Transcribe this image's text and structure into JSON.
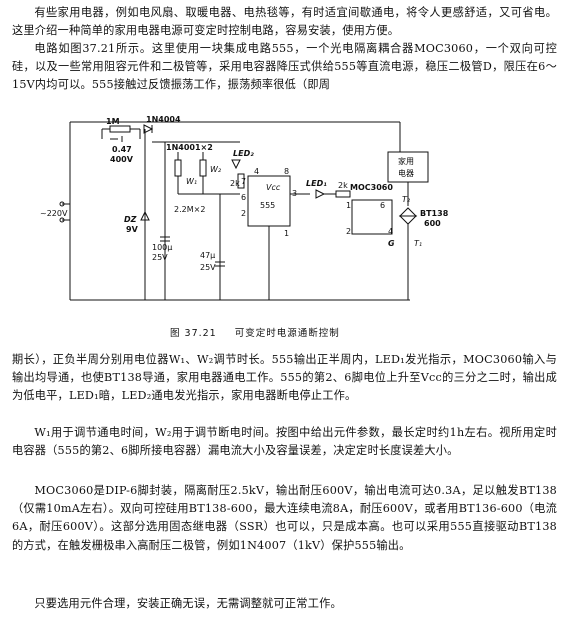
{
  "text": {
    "p1": "有些家用电器，例如电风扇、取暖电器、电热毯等，有时适宜间歇通电，将令人更感舒适，又可省电。这里介绍一种简单的家用电器电源可变定时控制电路，容易安装，使用方便。",
    "p2": "电路如图37.21所示。这里使用一块集成电路555，一个光电隔离耦合器MOC3060，一个双向可控硅，以及一些常用阻容元件和二极管等，采用电容器降压式供给555等直流电源，稳压二极管D，限压在6～15V内均可以。555接触过反馈振荡工作，振荡频率很低（即周",
    "p3": "期长），正负半周分别用电位器W₁、W₂调节时长。555输出正半周内，LED₁发光指示，MOC3060输入与输出均导通，也使BT138导通，家用电器通电工作。555的第2、6脚电位上升至Vcc的三分之二时，输出成为低电平，LED₁暗，LED₂通电发光指示，家用电器断电停止工作。",
    "p4": "W₁用于调节通电时间，W₂用于调节断电时间。按图中给出元件参数，最长定时约1h左右。视所用定时电容器（555的第2、6脚所接电容器）漏电流大小及容量误差，决定定时长度误差大小。",
    "p5": "MOC3060是DIP-6脚封装，隔离耐压2.5kV，输出耐压600V，输出电流可达0.3A，足以触发BT138（仅需10mA左右）。双向可控硅用BT138-600，最大连续电流8A，耐压600V，或者用BT136-600（电流6A，耐压600V）。这部分选用固态继电器（SSR）也可以，只是成本高。也可以采用555直接驱动BT138的方式，在触发栅极串入高耐压二极管，例如1N4007（1kV）保护555输出。",
    "p6": "只要选用元件合理，安装正确无误，无需调整就可正常工作。"
  },
  "caption": {
    "number": "图 37.21",
    "title": "可变定时电源通断控制"
  },
  "diagram": {
    "r1": "1M",
    "d1": "1N4004",
    "c1_value": "0.47",
    "c1_voltage": "400V",
    "diodes": "1N4001×2",
    "led2": "LED₂",
    "w1": "W₁",
    "w2": "W₂",
    "vcc": "Vcc",
    "led1": "LED₁",
    "r2": "2k",
    "r3": "2k",
    "moc": "MOC3060",
    "load_1": "家用",
    "load_2": "电器",
    "t2": "T₂",
    "bt": "BT138",
    "bt_sub": "600",
    "g": "G",
    "t1": "T₁",
    "pot_value": "2.2M×2",
    "ic": "555",
    "mains": "~220V",
    "dz": "DZ",
    "dz_v": "9V",
    "c2": "100μ",
    "c2_v": "25V",
    "c3": "47μ",
    "c3_v": "25V",
    "pins": [
      "4",
      "8",
      "7",
      "6",
      "2",
      "3",
      "1",
      "1",
      "6",
      "2",
      "4"
    ]
  }
}
